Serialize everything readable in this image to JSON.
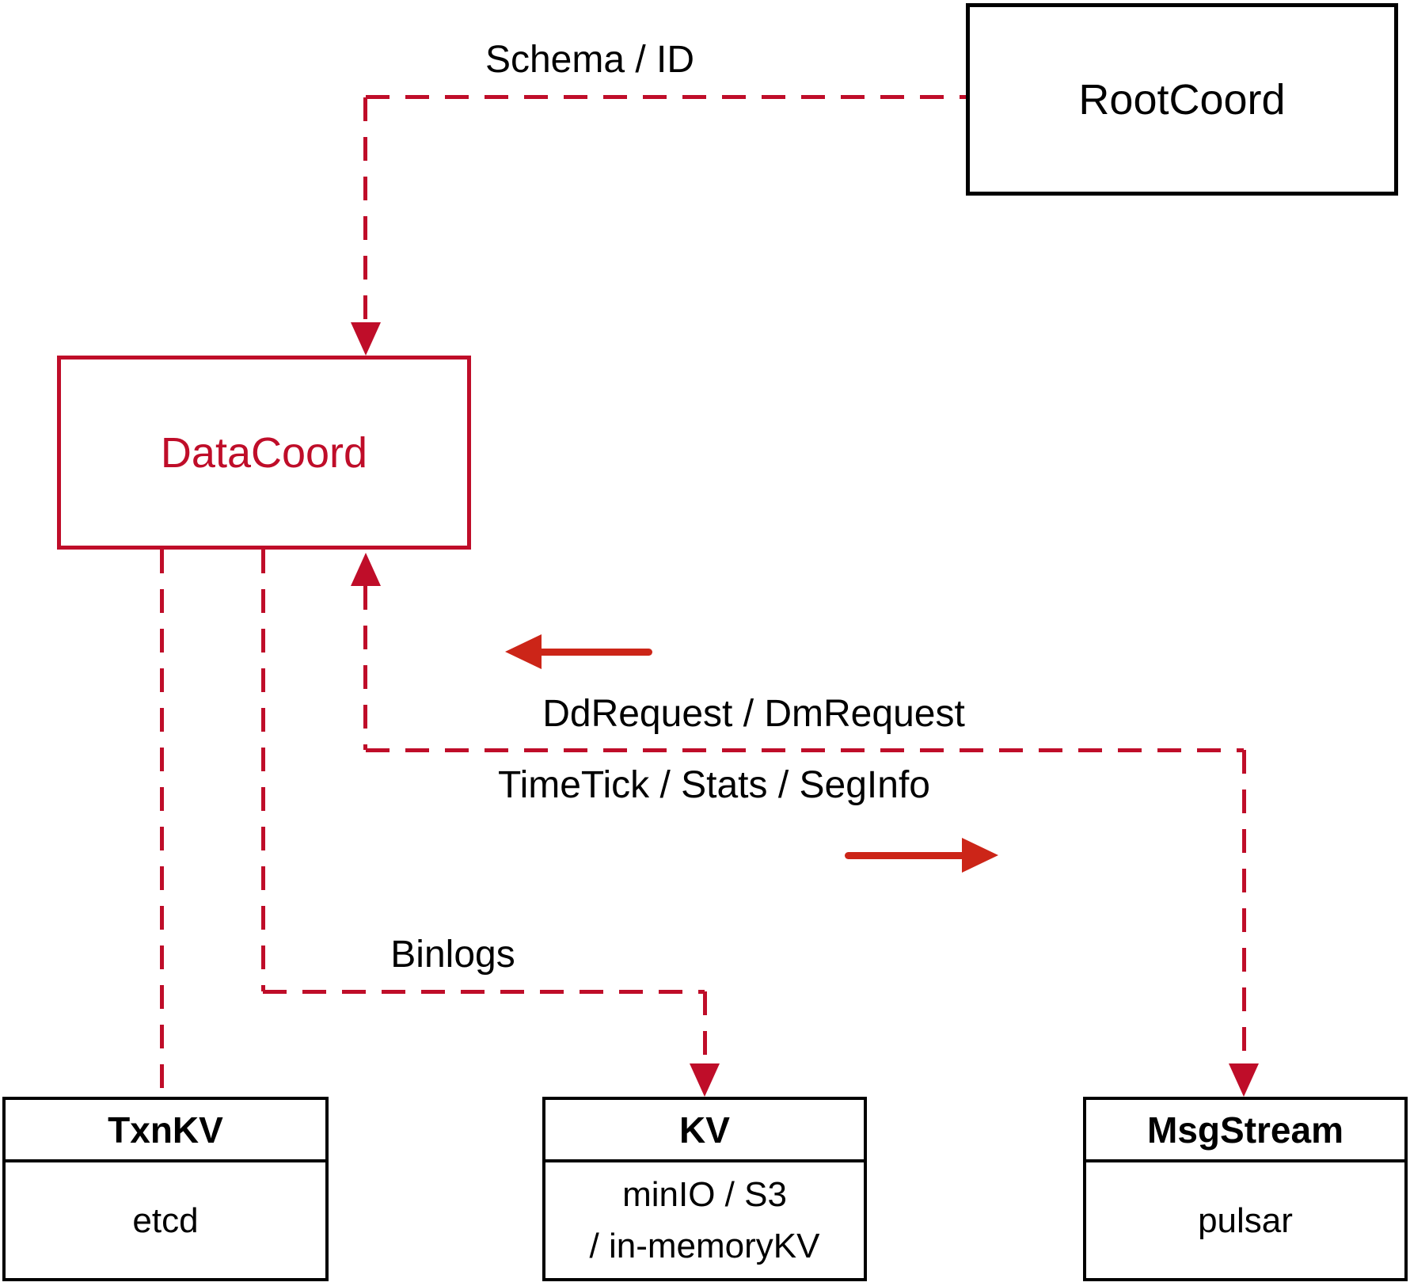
{
  "diagram": {
    "colors": {
      "crimson": "#bf0d29",
      "arrow_red": "#cc2518",
      "ink": "#000000"
    },
    "nodes": {
      "rootcoord": {
        "label": "RootCoord"
      },
      "datacoord": {
        "label": "DataCoord"
      },
      "txnkv": {
        "title": "TxnKV",
        "subtitle": "etcd"
      },
      "kv": {
        "title": "KV",
        "lines": [
          "minIO / S3",
          "/ in-memoryKV"
        ]
      },
      "msgstream": {
        "title": "MsgStream",
        "subtitle": "pulsar"
      }
    },
    "edge_labels": {
      "schema_id": "Schema / ID",
      "dd_dm": "DdRequest / DmRequest",
      "timetick": "TimeTick / Stats / SegInfo",
      "binlogs": "Binlogs"
    }
  }
}
